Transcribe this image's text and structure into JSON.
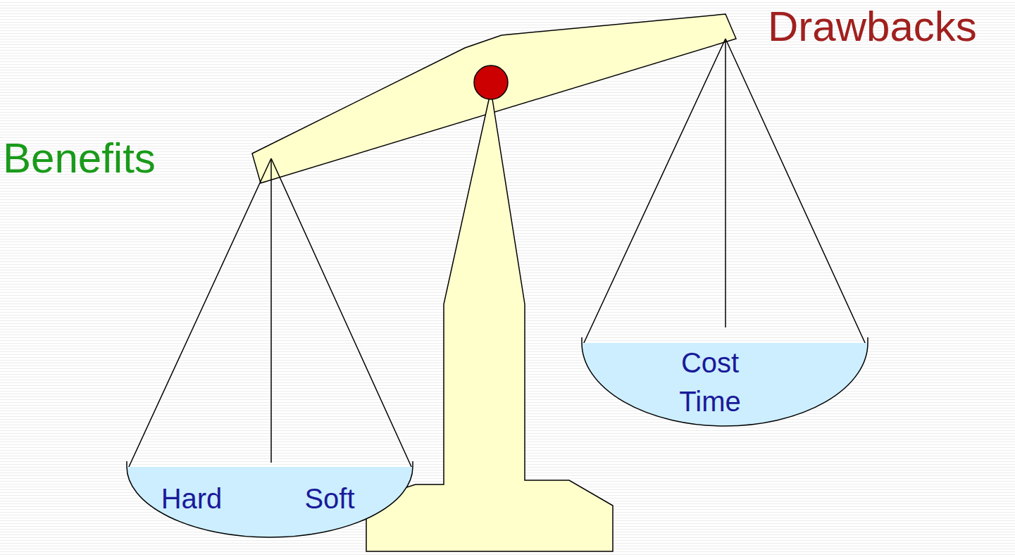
{
  "diagram": {
    "nodes": [
      {
        "text": [
          "Hard",
          "Soft"
        ]
      },
      {
        "text": [
          "Cost",
          "Time"
        ]
      }
    ],
    "labels": [
      "Benefits",
      "Drawbacks"
    ]
  }
}
